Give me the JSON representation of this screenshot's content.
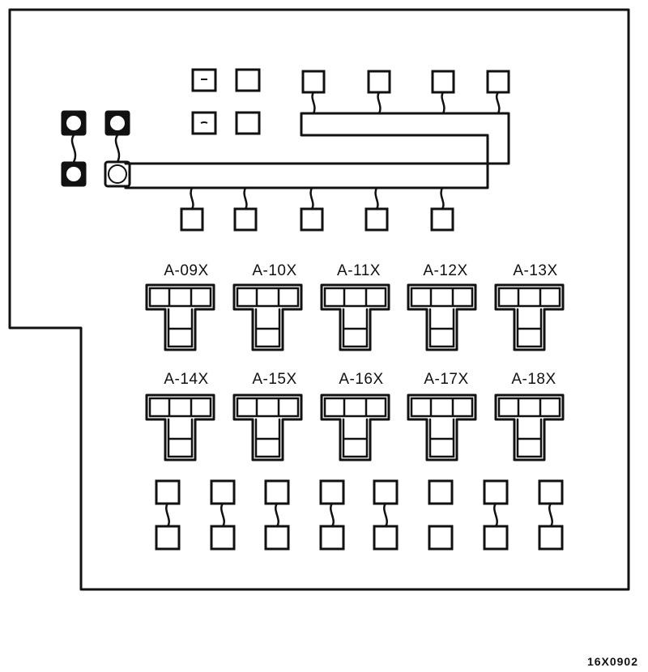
{
  "colors": {
    "ink": "#111111",
    "paper": "#ffffff"
  },
  "relay_labels_row1": [
    "A-09X",
    "A-10X",
    "A-11X",
    "A-12X",
    "A-13X"
  ],
  "relay_labels_row2": [
    "A-14X",
    "A-15X",
    "A-16X",
    "A-17X",
    "A-18X"
  ],
  "figure_code": "16X0902"
}
